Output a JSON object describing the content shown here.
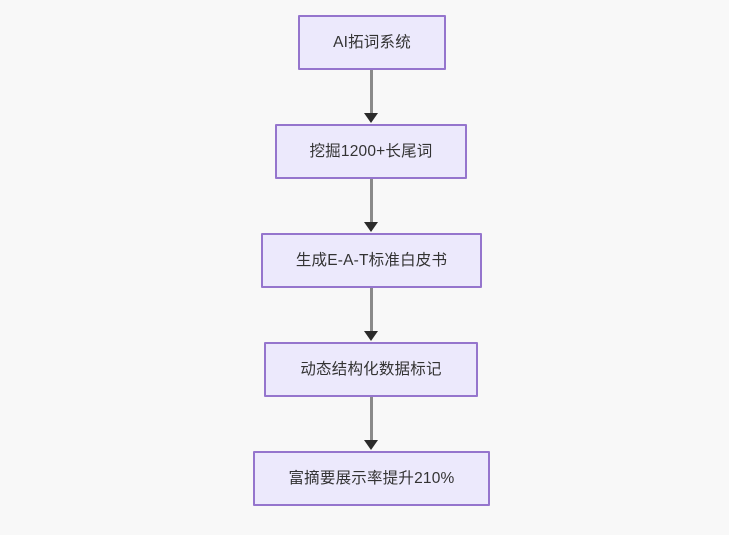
{
  "diagram": {
    "type": "flowchart",
    "orientation": "top-to-bottom",
    "background_color": "#f8f8f8",
    "node_fill_color": "#ece9fc",
    "node_border_color": "#9575cd",
    "node_text_color": "#333333",
    "edge_color": "#8a8a8a",
    "arrowhead_color": "#2b2b2b",
    "nodes": [
      {
        "id": "n1",
        "label": "AI拓词系统"
      },
      {
        "id": "n2",
        "label": "挖掘1200+长尾词"
      },
      {
        "id": "n3",
        "label": "生成E-A-T标准白皮书"
      },
      {
        "id": "n4",
        "label": "动态结构化数据标记"
      },
      {
        "id": "n5",
        "label": "富摘要展示率提升210%"
      }
    ],
    "edges": [
      {
        "from": "n1",
        "to": "n2"
      },
      {
        "from": "n2",
        "to": "n3"
      },
      {
        "from": "n3",
        "to": "n4"
      },
      {
        "from": "n4",
        "to": "n5"
      }
    ]
  }
}
